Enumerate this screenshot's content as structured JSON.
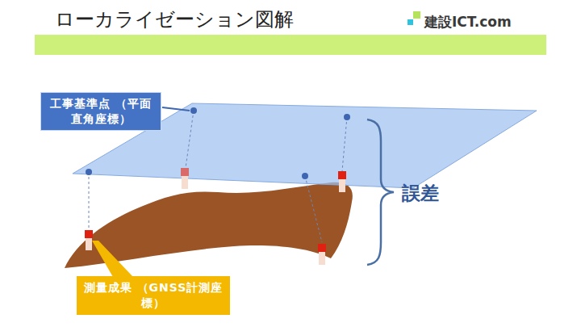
{
  "diagram": {
    "title": "ローカライゼーション図解",
    "nodes": [
      {
        "text": [
          "工事基準点 （平面直角座標）"
        ]
      },
      {
        "text": [
          "測量成果 （GNSS計測座標）"
        ]
      }
    ],
    "labels": [
      "建設ICT.com",
      "誤差"
    ]
  }
}
